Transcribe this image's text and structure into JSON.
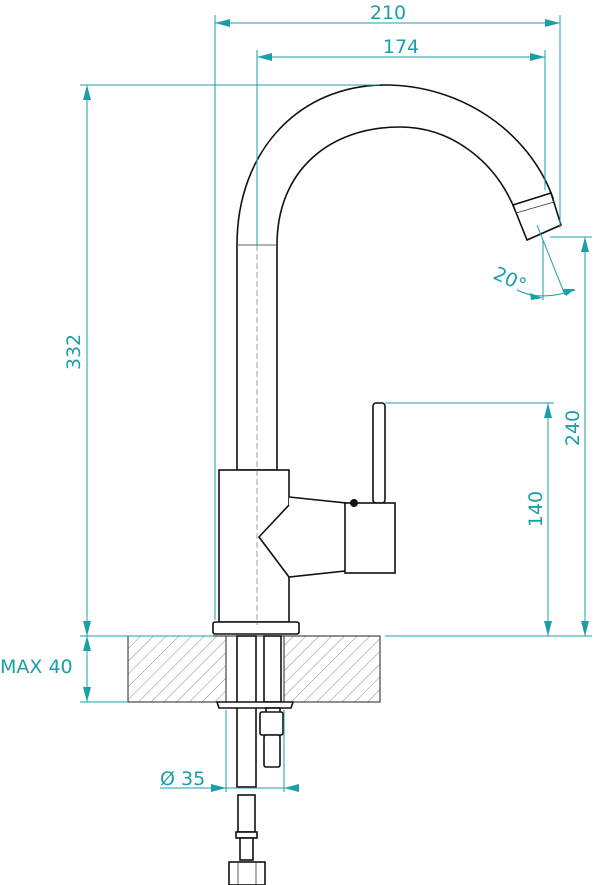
{
  "drawing": {
    "title": "Kitchen faucet dimension drawing",
    "dimensions": {
      "overall_reach": "210",
      "spout_reach": "174",
      "overall_height": "332",
      "spout_height": "240",
      "lever_height": "140",
      "max_counter": "MAX 40",
      "hole_diameter": "Ø 35",
      "spout_angle": "20°"
    },
    "colors": {
      "dimension": "#1a9fa8",
      "outline": "#111111"
    }
  }
}
